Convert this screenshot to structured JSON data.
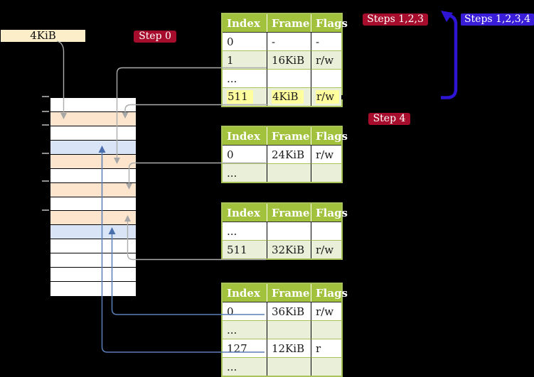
{
  "page_size_label": "4KiB",
  "badges": {
    "step0": "Step 0",
    "steps123": "Steps 1,2,3",
    "steps1234": "Steps 1,2,3,4",
    "step4": "Step 4"
  },
  "tables": [
    {
      "headers": [
        "Index",
        "Frame",
        "Flags"
      ],
      "rows": [
        {
          "cells": [
            "0",
            "-",
            "-"
          ]
        },
        {
          "cells": [
            "1",
            "16KiB",
            "r/w"
          ]
        },
        {
          "cells": [
            "...",
            "",
            ""
          ]
        },
        {
          "cells": [
            "511",
            "4KiB",
            "r/w"
          ],
          "highlighted": true
        }
      ]
    },
    {
      "headers": [
        "Index",
        "Frame",
        "Flags"
      ],
      "rows": [
        {
          "cells": [
            "0",
            "24KiB",
            "r/w"
          ]
        },
        {
          "cells": [
            "...",
            "",
            ""
          ]
        }
      ]
    },
    {
      "headers": [
        "Index",
        "Frame",
        "Flags"
      ],
      "rows": [
        {
          "cells": [
            "...",
            "",
            ""
          ]
        },
        {
          "cells": [
            "511",
            "32KiB",
            "r/w"
          ]
        }
      ]
    },
    {
      "headers": [
        "Index",
        "Frame",
        "Flags"
      ],
      "rows": [
        {
          "cells": [
            "0",
            "36KiB",
            "r/w"
          ]
        },
        {
          "cells": [
            "...",
            "",
            ""
          ]
        },
        {
          "cells": [
            "127",
            "12KiB",
            "r"
          ]
        },
        {
          "cells": [
            "...",
            "",
            ""
          ]
        }
      ]
    }
  ],
  "memory_column": {
    "rows": [
      "white",
      "orange",
      "white",
      "blue",
      "orange",
      "white",
      "orange",
      "white",
      "orange",
      "blue",
      "white",
      "white",
      "white",
      "white"
    ]
  },
  "colors": {
    "background": "#000000",
    "table_header_green": "#a2c13c",
    "table_border_green": "#a9c35b",
    "table_row_green": "#e9efd8",
    "highlight_yellow": "#ffff9e",
    "badge_red": "#a60d2c",
    "badge_blue": "#3a1dd8",
    "big_arrow_blue": "#2e15d4",
    "connector_gray": "#acacac",
    "connector_blue": "#5b7eb8",
    "memory_orange": "#fde5cd",
    "memory_blue": "#d9e5f6",
    "label_cream": "#fbeec9"
  }
}
